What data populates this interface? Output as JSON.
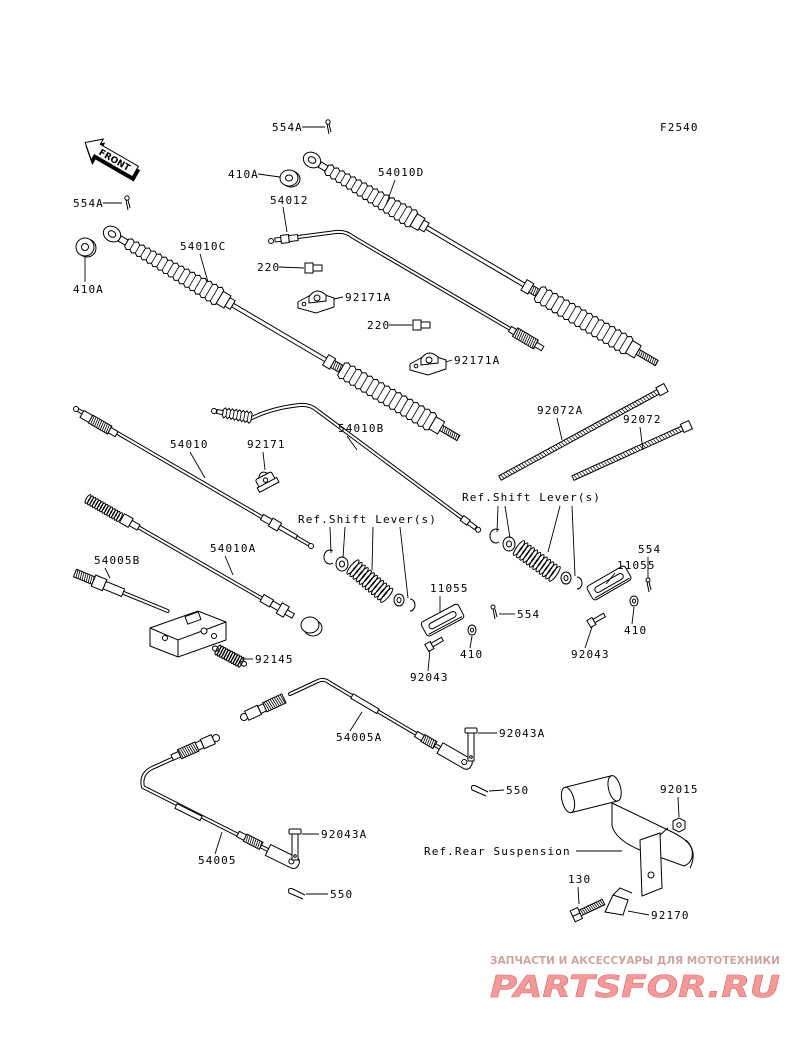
{
  "diagram_code": "F2540",
  "front_arrow": "FRONT",
  "parts": {
    "p554A_top": "554A",
    "p410A_top": "410A",
    "p54010D": "54010D",
    "p54012": "54012",
    "p554A_left": "554A",
    "p54010C": "54010C",
    "p410A_left": "410A",
    "p220_a": "220",
    "p92171A_a": "92171A",
    "p220_b": "220",
    "p92171A_b": "92171A",
    "p92072A": "92072A",
    "p92072": "92072",
    "p54010B": "54010B",
    "p54010": "54010",
    "p92171": "92171",
    "p54010A": "54010A",
    "p554_right": "554",
    "p54005B": "54005B",
    "p11055_right": "11055",
    "p11055_left": "11055",
    "p554_mid": "554",
    "p410_right": "410",
    "p92043_right": "92043",
    "p410_mid": "410",
    "p92145": "92145",
    "p92043_left": "92043",
    "p92043A_upper": "92043A",
    "p54005A": "54005A",
    "p550_upper": "550",
    "p92015": "92015",
    "p92043A_lower": "92043A",
    "p54005": "54005",
    "p130": "130",
    "p550_lower": "550",
    "p92170": "92170"
  },
  "references": {
    "shift_lever_right": "Ref.Shift Lever(s)",
    "shift_lever_left": "Ref.Shift Lever(s)",
    "rear_suspension": "Ref.Rear Suspension"
  },
  "watermark": {
    "tagline": "ЗАПЧАСТИ И АКСЕССУАРЫ ДЛЯ МОТОТЕХНИКИ",
    "logo": "PARTSFOR.RU"
  },
  "colors": {
    "line": "#000000",
    "background": "#ffffff",
    "watermark": "#f29a9a"
  }
}
